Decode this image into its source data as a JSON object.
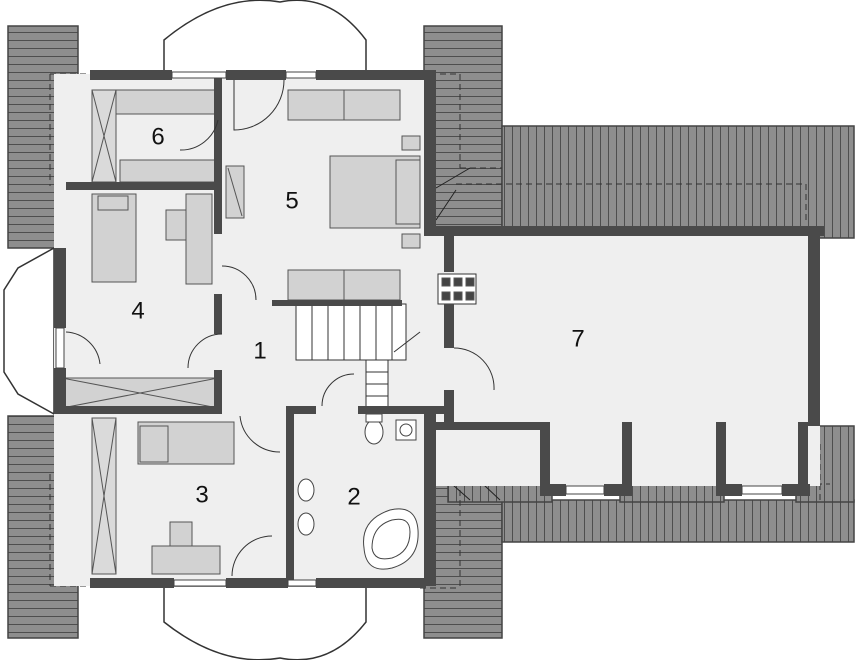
{
  "diagram": {
    "type": "floor-plan",
    "rooms": [
      {
        "id": "room-1",
        "label": "1"
      },
      {
        "id": "room-2",
        "label": "2"
      },
      {
        "id": "room-3",
        "label": "3"
      },
      {
        "id": "room-4",
        "label": "4"
      },
      {
        "id": "room-5",
        "label": "5"
      },
      {
        "id": "room-6",
        "label": "6"
      },
      {
        "id": "room-7",
        "label": "7"
      }
    ],
    "colors": {
      "wall": "#4a4a4a",
      "roof": "#8a8a8a",
      "roof_line": "#555555",
      "floor": "#eeeeee",
      "furniture": "#d2d2d2",
      "outline": "#333333"
    }
  }
}
